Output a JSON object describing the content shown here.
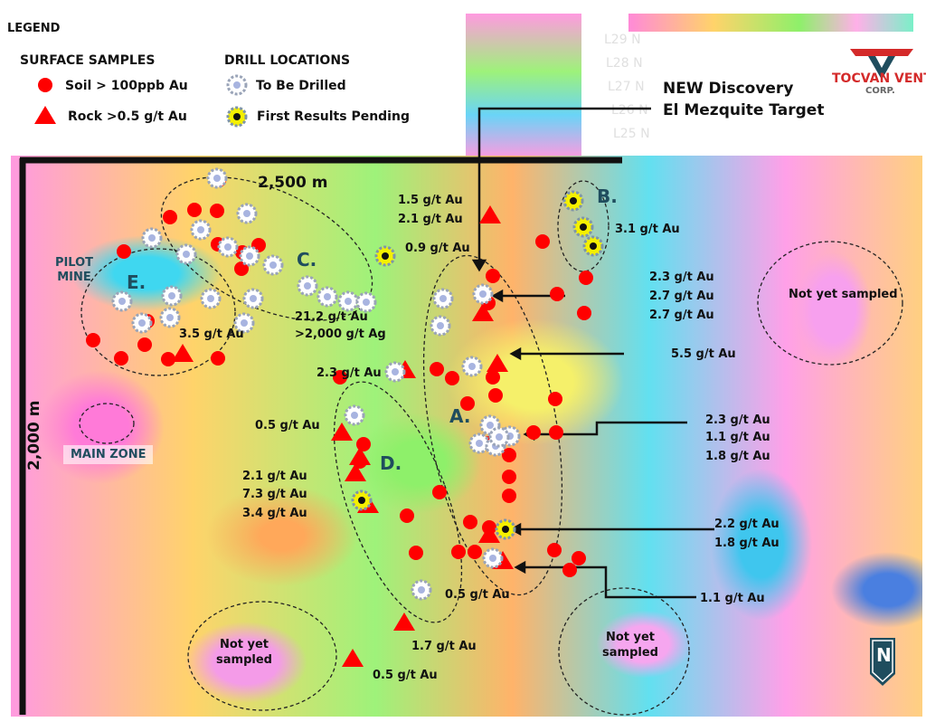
{
  "legend": {
    "title": "LEGEND",
    "surface_title": "SURFACE SAMPLES",
    "drill_title": "DRILL LOCATIONS",
    "soil": "Soil > 100ppb Au",
    "rock": "Rock >0.5 g/t Au",
    "to_be_drilled": "To Be Drilled",
    "pending": "First Results Pending"
  },
  "logo": {
    "name": "TOCVAN VENTURES",
    "sub": "CORP.",
    "colors": {
      "red": "#d42a2a",
      "teal": "#1f4d5e"
    }
  },
  "lines": [
    "L29 N",
    "L28 N",
    "L27 N",
    "L26 N",
    "L25 N"
  ],
  "discovery": {
    "line1": "NEW Discovery",
    "line2": "El Mezquite Target"
  },
  "scale": {
    "horizontal": "2,500 m",
    "vertical": "2,000 m"
  },
  "zones": {
    "pilot_mine": "PILOT MINE",
    "main_zone": "MAIN ZONE",
    "a": "A.",
    "b": "B.",
    "c": "C.",
    "d": "D.",
    "e": "E."
  },
  "not_sampled": "Not yet sampled",
  "grades": {
    "g1": "1.5 g/t Au",
    "g2": "2.1 g/t Au",
    "g3": "0.9 g/t Au",
    "g4": "3.1 g/t Au",
    "g5a": "2.3 g/t Au",
    "g5b": "2.7 g/t Au",
    "g5c": "2.7 g/t Au",
    "g6": "5.5 g/t Au",
    "g7a": "21.2 g/t Au",
    "g7b": ">2,000 g/t Ag",
    "g8": "3.5 g/t Au",
    "g9": "2.3 g/t Au",
    "g10": "0.5 g/t Au",
    "g11a": "2.3 g/t Au",
    "g11b": "1.1 g/t Au",
    "g11c": "1.8 g/t Au",
    "g12a": "2.1 g/t Au",
    "g12b": "7.3 g/t Au",
    "g12c": "3.4 g/t Au",
    "g13a": "2.2 g/t Au",
    "g13b": "1.8 g/t Au",
    "g14": "1.1 g/t Au",
    "g15": "0.5 g/t Au",
    "g16": "1.7 g/t Au",
    "g17": "0.5 g/t Au"
  },
  "north": "N",
  "colors": {
    "soil": "#ff0000",
    "drill": "#a8b4e0",
    "pending": "#f5f000"
  }
}
